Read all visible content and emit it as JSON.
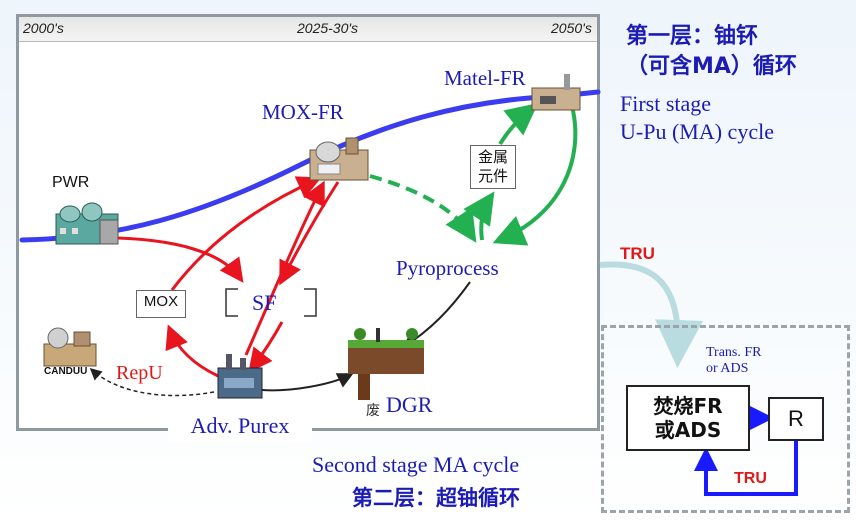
{
  "timeline": {
    "t1": "2000's",
    "t2": "2025-30's",
    "t3": "2050's"
  },
  "nodes": {
    "pwr": "PWR",
    "mox_fr": "MOX-FR",
    "matel_fr": "Matel-FR",
    "metal_element_1": "金属",
    "metal_element_2": "元件",
    "pyroprocess": "Pyroprocess",
    "mox": "MOX",
    "sf": "SF",
    "candu": "CANDUU",
    "repu": "RepU",
    "dgr": "DGR",
    "dgr_prefix": "废",
    "adv_purex": "Adv. Purex"
  },
  "first_stage": {
    "cn_line1": "第一层：铀钚",
    "cn_line2": "（可含MA）循环",
    "en_line1": "First stage",
    "en_line2": "U-Pu (MA) cycle"
  },
  "second_stage": {
    "en": "Second stage  MA cycle",
    "cn": "第二层：超铀循环",
    "tru_top": "TRU",
    "tru_bottom": "TRU",
    "trans_line1": "Trans. FR",
    "trans_line2": "or ADS",
    "burner_line1": "焚烧FR",
    "burner_line2": "或ADS",
    "r": "R"
  },
  "colors": {
    "blue_curve": "#3b3bf0",
    "red_arrow": "#e8141e",
    "green_arrow": "#22b050",
    "text_blue": "#1c1cb4",
    "tru_red": "#e01818",
    "tru_arrow": "#b8dce0"
  },
  "icons": [
    "pwr-plant-icon",
    "mox-fr-plant-icon",
    "matel-fr-plant-icon",
    "candu-plant-icon",
    "reprocessing-plant-icon",
    "dgr-repository-icon"
  ]
}
